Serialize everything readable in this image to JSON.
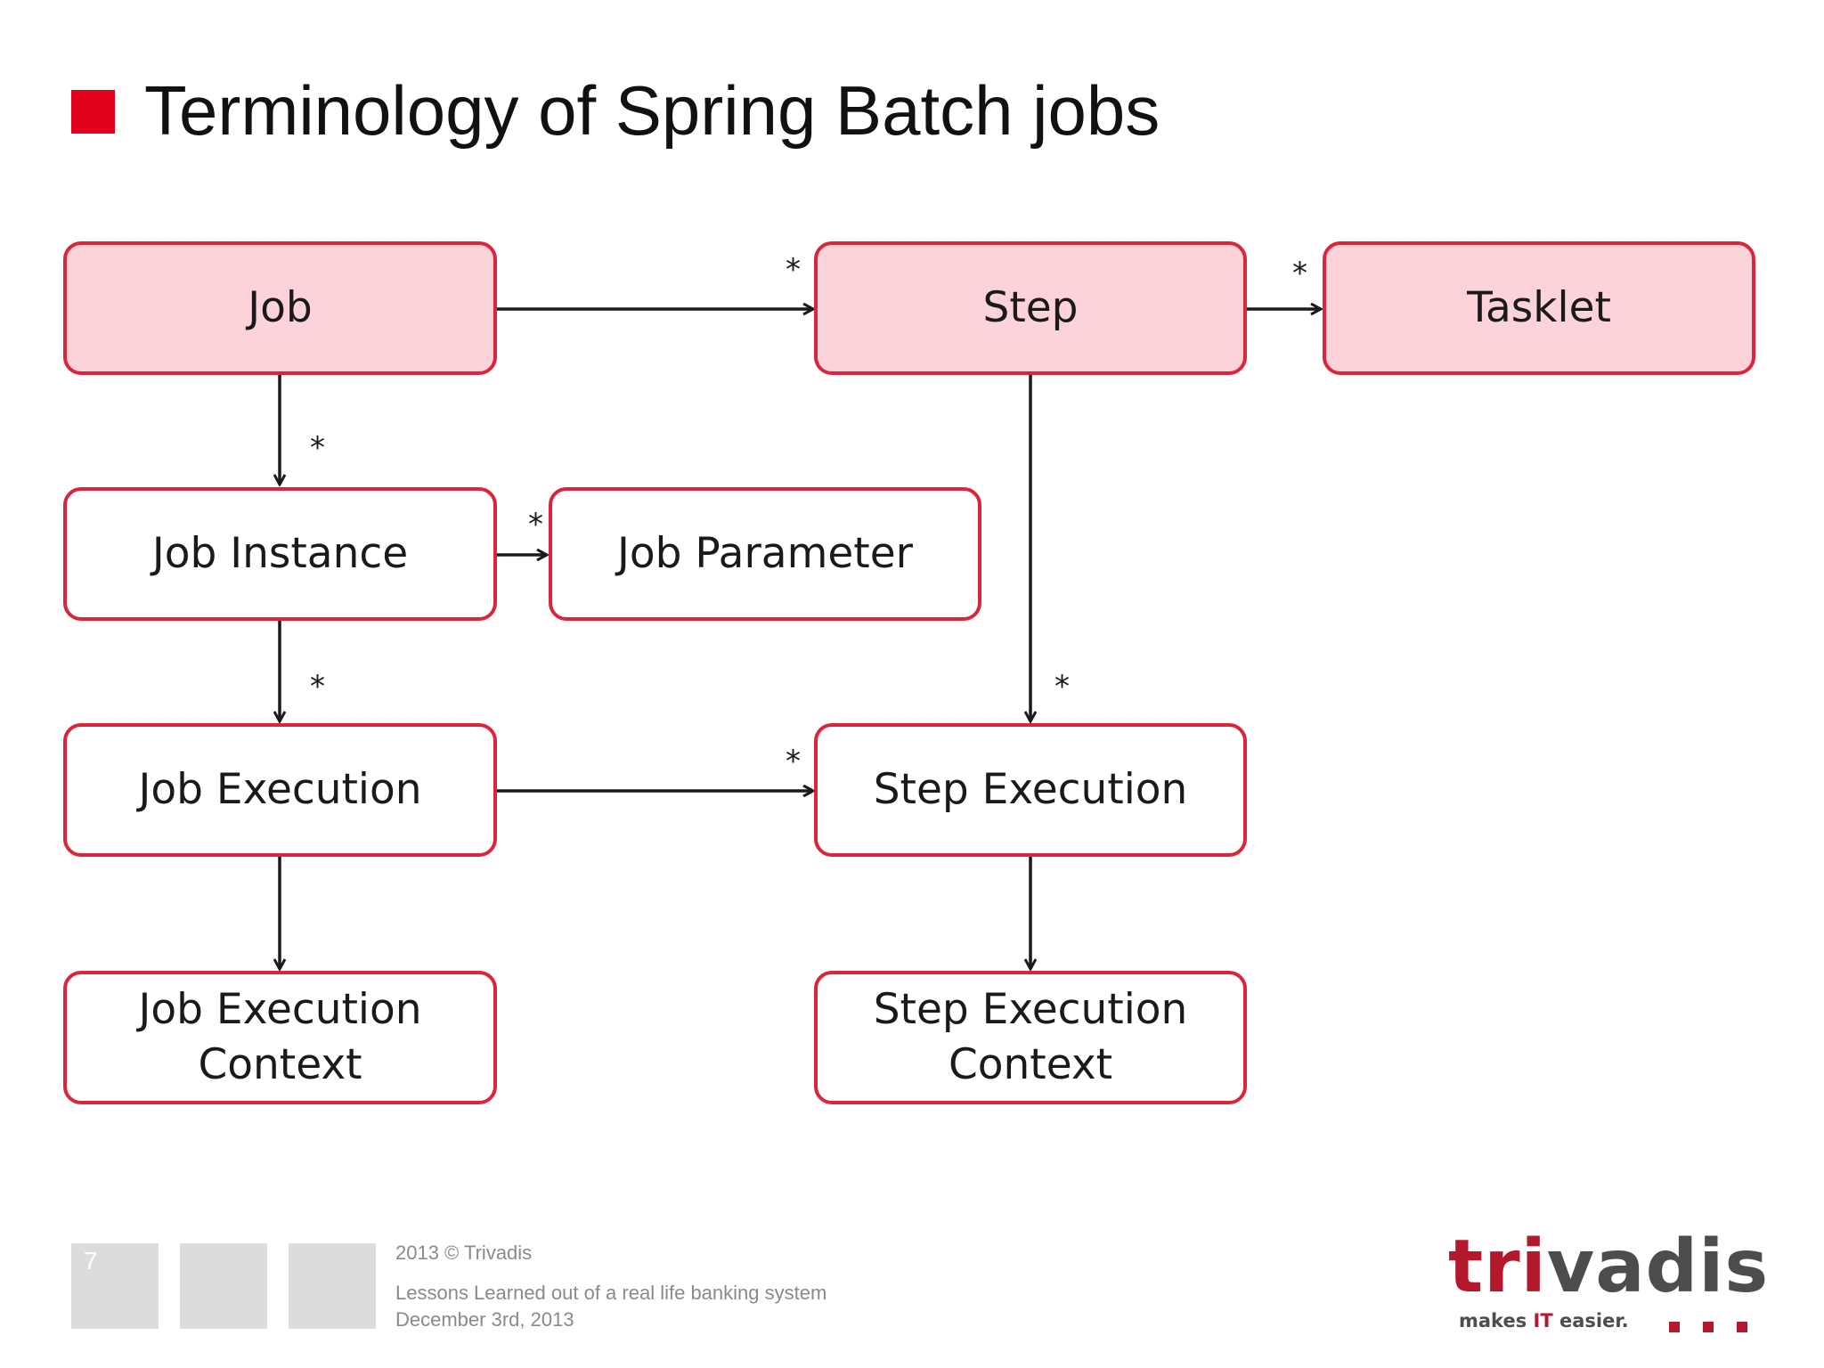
{
  "slide": {
    "title": "Terminology of Spring Batch jobs",
    "accent_color": "#e3001b"
  },
  "diagram": {
    "nodes": [
      {
        "id": "job",
        "label": "Job",
        "filled": true
      },
      {
        "id": "step",
        "label": "Step",
        "filled": true
      },
      {
        "id": "tasklet",
        "label": "Tasklet",
        "filled": true
      },
      {
        "id": "job_instance",
        "label": "Job Instance",
        "filled": false
      },
      {
        "id": "job_parameter",
        "label": "Job Parameter",
        "filled": false
      },
      {
        "id": "job_execution",
        "label": "Job Execution",
        "filled": false
      },
      {
        "id": "step_execution",
        "label": "Step Execution",
        "filled": false
      },
      {
        "id": "job_execution_context",
        "label": "Job Execution\nContext",
        "filled": false
      },
      {
        "id": "step_execution_context",
        "label": "Step Execution\nContext",
        "filled": false
      }
    ],
    "edges": [
      {
        "from": "job",
        "to": "step",
        "multiplicity": "*"
      },
      {
        "from": "step",
        "to": "tasklet",
        "multiplicity": "*"
      },
      {
        "from": "job",
        "to": "job_instance",
        "multiplicity": "*"
      },
      {
        "from": "job_instance",
        "to": "job_parameter",
        "multiplicity": "*"
      },
      {
        "from": "job_instance",
        "to": "job_execution",
        "multiplicity": "*"
      },
      {
        "from": "step",
        "to": "step_execution",
        "multiplicity": "*"
      },
      {
        "from": "job_execution",
        "to": "step_execution",
        "multiplicity": "*"
      },
      {
        "from": "job_execution",
        "to": "job_execution_context",
        "multiplicity": ""
      },
      {
        "from": "step_execution",
        "to": "step_execution_context",
        "multiplicity": ""
      }
    ],
    "colors": {
      "border": "#d9263a",
      "filled_background": "#fdd3da",
      "arrow": "#1a1a1a"
    }
  },
  "footer": {
    "page_number": "7",
    "copyright": "2013 © Trivadis",
    "presentation": "Lessons Learned out of a real life banking system",
    "date": "December 3rd, 2013"
  },
  "logo": {
    "word_red": "tri",
    "word_grey": "vadis",
    "tagline_before": "makes ",
    "tagline_it": "IT",
    "tagline_after": " easier.",
    "red": "#b3182d",
    "grey": "#4d4d4f"
  }
}
